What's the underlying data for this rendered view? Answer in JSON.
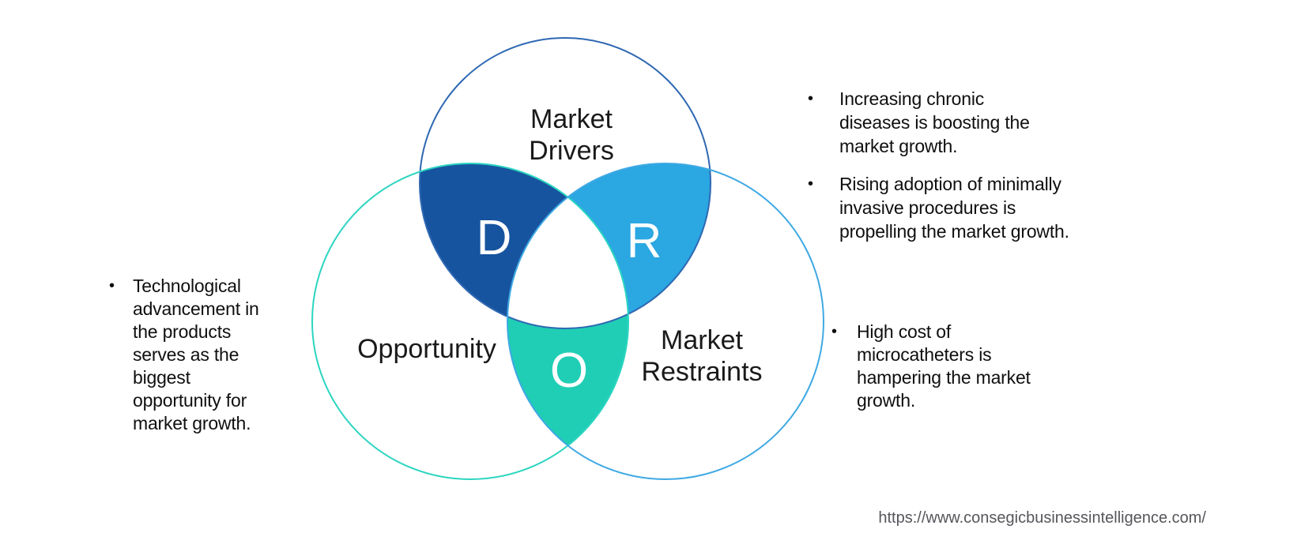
{
  "page": {
    "background_color": "#FFFFFF"
  },
  "bullet_char": "•",
  "venn": {
    "drivers": {
      "label_line1": "Market",
      "label_line2": "Drivers",
      "letter": "D",
      "circle_color": "#2E68B2",
      "overlap_color": "#17549F"
    },
    "opportunity": {
      "label": "Opportunity",
      "letter": "O",
      "circle_color": "#2BD5C0",
      "overlap_color": "#20CEB5"
    },
    "restraints": {
      "label_line1": "Market",
      "label_line2": "Restraints",
      "letter": "R",
      "circle_color": "#3FA9E4",
      "overlap_color": "#2BA7E2"
    },
    "center_color": "#FFFFFF"
  },
  "notes": {
    "drivers": {
      "items": [
        "Increasing chronic\ndiseases is boosting the\nmarket growth.",
        "Rising adoption of minimally\ninvasive procedures is\npropelling the market growth."
      ]
    },
    "opportunity": {
      "items": [
        "Technological\nadvancement in\nthe products\nserves as the\nbiggest\nopportunity for\nmarket growth."
      ]
    },
    "restraints": {
      "items": [
        "High cost of\nmicrocatheters is\nhampering the market\ngrowth."
      ]
    }
  },
  "footer": {
    "source_url": "https://www.consegicbusinessintelligence.com/",
    "text_color": "#55565B"
  }
}
